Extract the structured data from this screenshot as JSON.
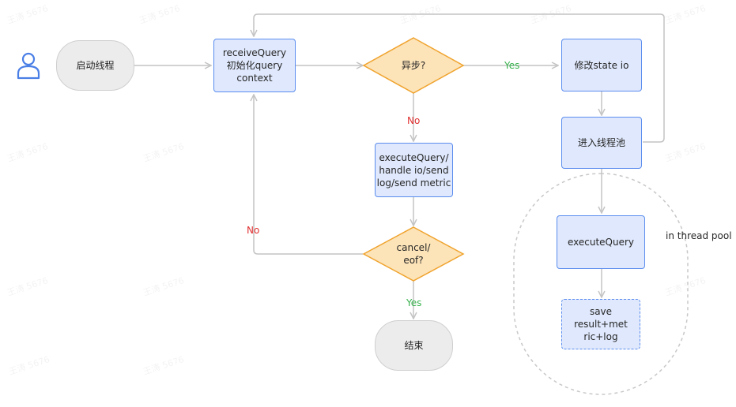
{
  "nodes": {
    "start": "启动线程",
    "receive": "receiveQuery\n初始化query\ncontext",
    "async_decision": "异步?",
    "modify_state": "修改state io",
    "enter_pool": "进入线程池",
    "execute_sync": "executeQuery/\nhandle io/send\nlog/send metric",
    "cancel_decision": "cancel/\neof?",
    "end": "结束",
    "execute_pool": "executeQuery",
    "save_result": "save result+met\nric+log"
  },
  "edge_labels": {
    "yes_async": "Yes",
    "no_async": "No",
    "no_cancel": "No",
    "yes_cancel": "Yes"
  },
  "group_label": "in thread pool",
  "watermark": "王涛 5676",
  "colors": {
    "process_fill": "#dfe8fc",
    "process_border": "#5b8def",
    "decision_fill": "#fce3b8",
    "decision_border": "#f0a32d",
    "terminal_fill": "#ececec",
    "user_icon": "#4a7fe6",
    "connector": "#c4c4c4",
    "yes": "#37b24d",
    "no": "#e03131"
  }
}
